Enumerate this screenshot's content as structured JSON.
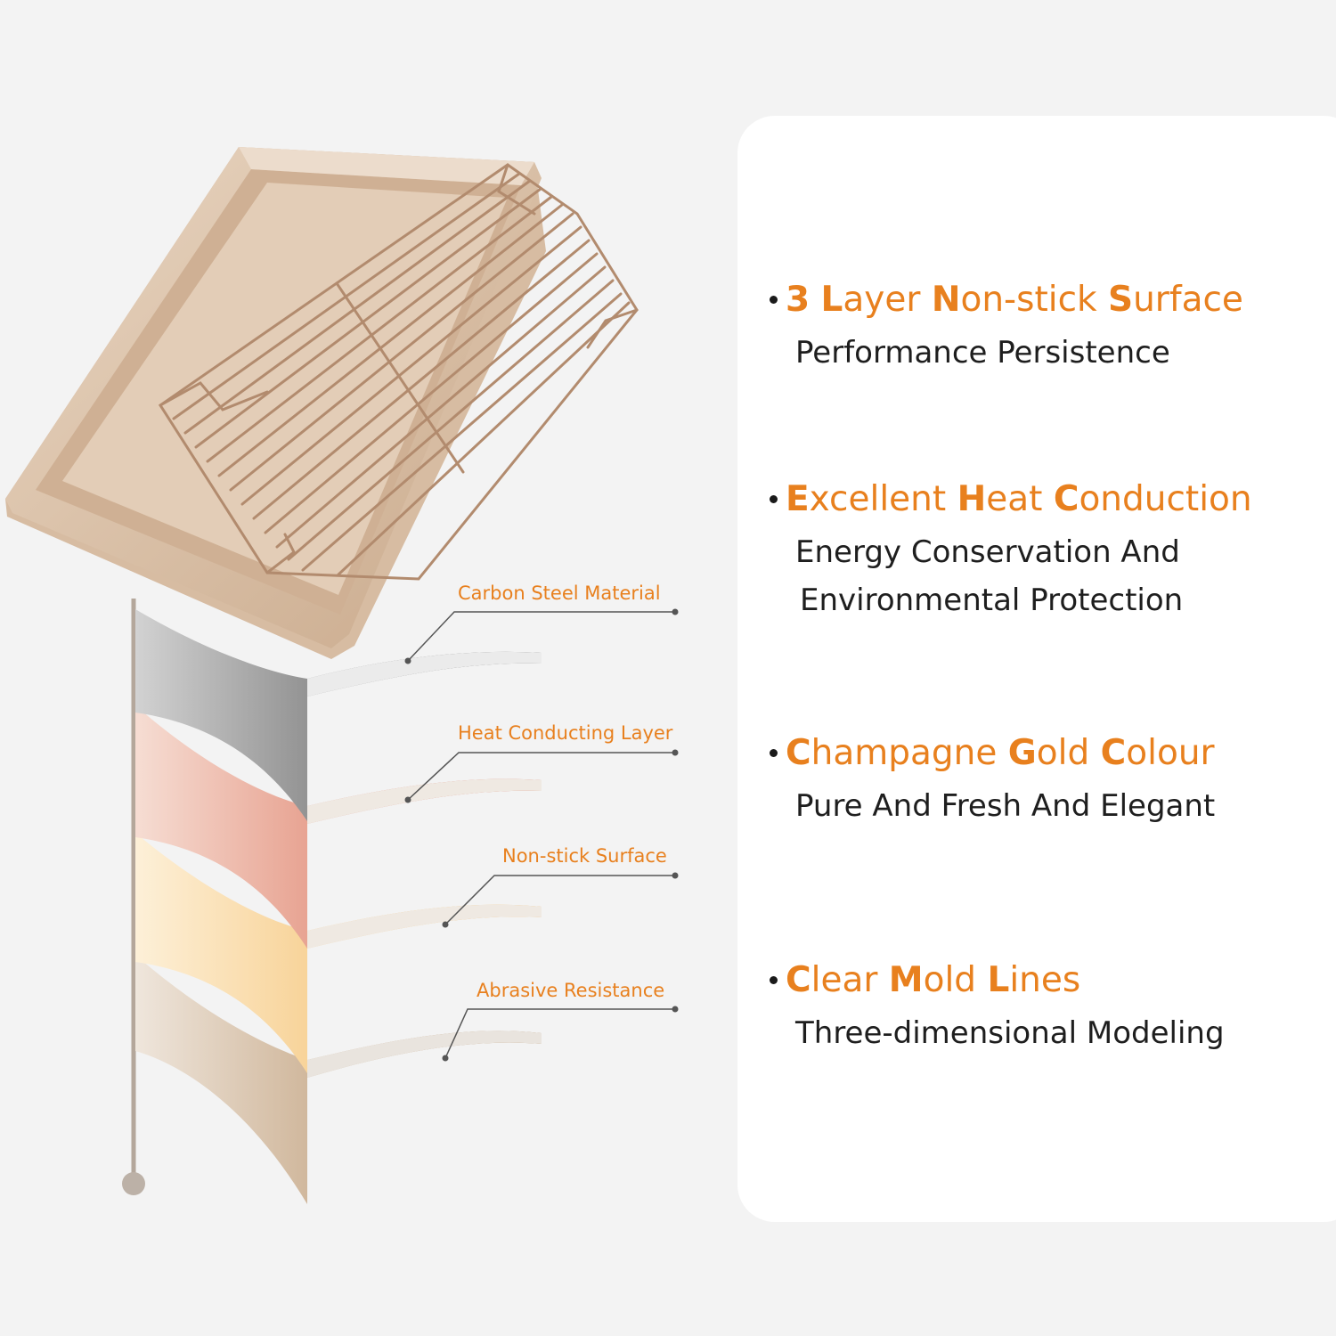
{
  "colors": {
    "accent": "#e8801e",
    "text": "#1e1e1e",
    "card": "#ffffff",
    "background": "#f3f3f3"
  },
  "layers": [
    {
      "label": "Carbon Steel Material",
      "color": "#5b5b5b"
    },
    {
      "label": "Heat Conducting Layer",
      "color": "#d4694e"
    },
    {
      "label": "Non-stick Surface",
      "color": "#f3b659"
    },
    {
      "label": "Abrasive Resistance",
      "color": "#b88b5c"
    }
  ],
  "features": [
    {
      "title_words": [
        {
          "cap": "3",
          "rest": ""
        },
        {
          "cap": "L",
          "rest": "ayer"
        },
        {
          "cap": "N",
          "rest": "on-stick"
        },
        {
          "cap": "S",
          "rest": "urface"
        }
      ],
      "subtitle_lines": [
        "Performance Persistence"
      ]
    },
    {
      "title_words": [
        {
          "cap": "E",
          "rest": "xcellent"
        },
        {
          "cap": "H",
          "rest": "eat"
        },
        {
          "cap": "C",
          "rest": "onduction"
        }
      ],
      "subtitle_lines": [
        "Energy Conservation And",
        "Environmental Protection"
      ]
    },
    {
      "title_words": [
        {
          "cap": "C",
          "rest": "hampagne"
        },
        {
          "cap": "G",
          "rest": "old"
        },
        {
          "cap": "C",
          "rest": "olour"
        }
      ],
      "subtitle_lines": [
        "Pure And Fresh And Elegant"
      ]
    },
    {
      "title_words": [
        {
          "cap": "C",
          "rest": "lear"
        },
        {
          "cap": "M",
          "rest": "old"
        },
        {
          "cap": "L",
          "rest": "ines"
        }
      ],
      "subtitle_lines": [
        "Three-dimensional Modeling"
      ]
    }
  ]
}
